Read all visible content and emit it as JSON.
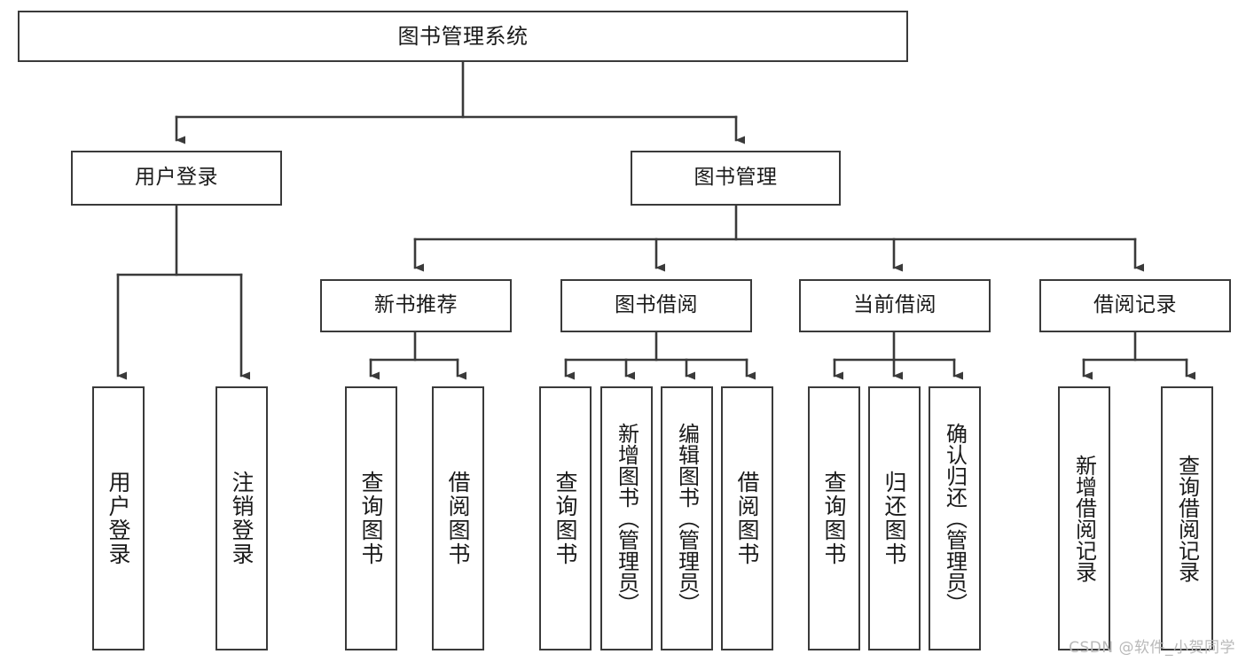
{
  "diagram": {
    "type": "hierarchy-tree",
    "title": "图书管理系统",
    "watermark": "CSDN @软件_小贺同学",
    "colors": {
      "box_border": "#3a3a3a",
      "box_fill": "#ffffff",
      "connector": "#3a3a3a",
      "text": "#1a1a1a",
      "watermark": "#b9b9b9"
    },
    "levels": {
      "level1": [
        {
          "id": "root",
          "label": "图书管理系统"
        }
      ],
      "level2": [
        {
          "id": "user-login",
          "label": "用户登录"
        },
        {
          "id": "book-mgmt",
          "label": "图书管理"
        }
      ],
      "level3": [
        {
          "id": "new-book-rec",
          "label": "新书推荐"
        },
        {
          "id": "book-borrow",
          "label": "图书借阅"
        },
        {
          "id": "current-borrow",
          "label": "当前借阅"
        },
        {
          "id": "borrow-record",
          "label": "借阅记录"
        }
      ],
      "level4": [
        {
          "id": "leaf-user-login",
          "parent": "user-login",
          "label": "用户登录"
        },
        {
          "id": "leaf-user-logout",
          "parent": "user-login",
          "label": "注销登录"
        },
        {
          "id": "leaf-rec-query-book",
          "parent": "new-book-rec",
          "label": "查询图书"
        },
        {
          "id": "leaf-rec-borrow-book",
          "parent": "new-book-rec",
          "label": "借阅图书"
        },
        {
          "id": "leaf-borrow-query-book",
          "parent": "book-borrow",
          "label": "查询图书"
        },
        {
          "id": "leaf-borrow-add-book",
          "parent": "book-borrow",
          "label": "新增图书（管理员）"
        },
        {
          "id": "leaf-borrow-edit-book",
          "parent": "book-borrow",
          "label": "编辑图书（管理员）"
        },
        {
          "id": "leaf-borrow-borrow-book",
          "parent": "book-borrow",
          "label": "借阅图书"
        },
        {
          "id": "leaf-cur-query-book",
          "parent": "current-borrow",
          "label": "查询图书"
        },
        {
          "id": "leaf-cur-return-book",
          "parent": "current-borrow",
          "label": "归还图书"
        },
        {
          "id": "leaf-cur-confirm-return",
          "parent": "current-borrow",
          "label": "确认归还（管理员）"
        },
        {
          "id": "leaf-rec-add-record",
          "parent": "borrow-record",
          "label": "新增借阅记录"
        },
        {
          "id": "leaf-rec-query-record",
          "parent": "borrow-record",
          "label": "查询借阅记录"
        }
      ]
    }
  }
}
